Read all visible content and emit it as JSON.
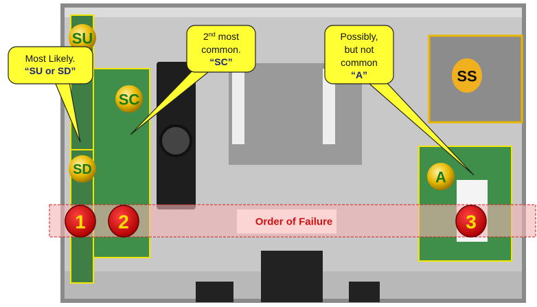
{
  "colors": {
    "board": "#3f8f4a",
    "highlight": "#f2e600",
    "callout": "#ffff33",
    "failure_band": "#f4b4b4",
    "failure_text": "#d01010",
    "number_circle": "#e00000",
    "number_text": "#ffe000"
  },
  "boards": {
    "su": "SU",
    "sd": "SD",
    "sc": "SC",
    "ss": "SS",
    "a": "A"
  },
  "callouts": {
    "most_likely": {
      "line1": "Most Likely.",
      "line2": "“SU or SD”"
    },
    "second": {
      "line1_pre": "2",
      "line1_sup": "nd",
      "line1_post": " most",
      "line2": "common.",
      "line3": "“SC”"
    },
    "possibly": {
      "line1": "Possibly,",
      "line2": "but not",
      "line3": "common",
      "line4": "“A”"
    }
  },
  "failure_order": {
    "label": "Order of Failure",
    "first": "1",
    "second": "2",
    "third": "3"
  }
}
